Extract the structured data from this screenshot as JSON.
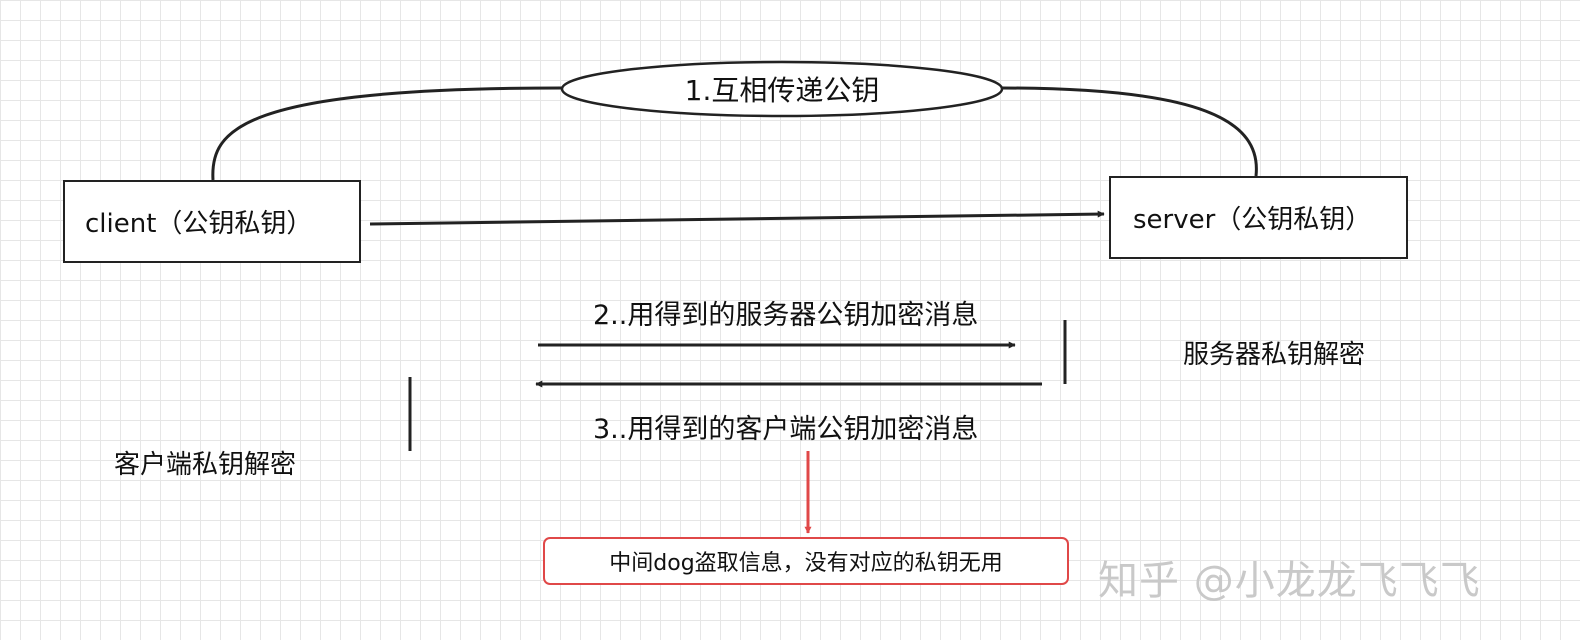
{
  "nodes": {
    "client": "client（公钥私钥）",
    "server": "server（公钥私钥）"
  },
  "labels": {
    "step1": "1.互相传递公钥",
    "step2": "2..用得到的服务器公钥加密消息",
    "step3": "3..用得到的客户端公钥加密消息",
    "server_decrypt": "服务器私钥解密",
    "client_decrypt": "客户端私钥解密",
    "mitm": "中间dog盗取信息，没有对应的私钥无用"
  },
  "watermark": "知乎 @小龙龙飞飞飞",
  "colors": {
    "line": "#222222",
    "highlight": "#e04848",
    "grid": "#e6e6e6",
    "watermark": "#c9c9c9"
  }
}
